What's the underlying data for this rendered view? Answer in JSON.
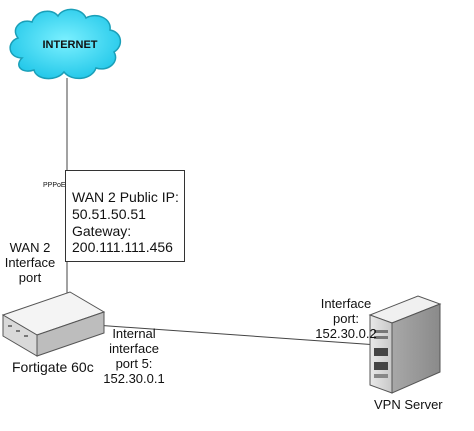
{
  "cloud": {
    "label": "INTERNET"
  },
  "link_internet": {
    "label": "PPPoE"
  },
  "info_box": {
    "line1": "WAN 2 Public IP:",
    "line2": "50.51.50.51",
    "line3": "Gateway:",
    "line4": "200.111.111.456"
  },
  "wan_port": {
    "line1": "WAN 2",
    "line2": "Interface",
    "line3": "port"
  },
  "router": {
    "label": "Fortigate 60c"
  },
  "internal_port": {
    "line1": "Internal",
    "line2": "interface",
    "line3": "port 5:",
    "line4": "152.30.0.1"
  },
  "server_port": {
    "line1": "Interface",
    "line2": "port:",
    "line3": "152.30.0.2"
  },
  "server": {
    "label": "VPN Server"
  },
  "colors": {
    "cloud": "#2fd8f4",
    "cloud_edge": "#1a9fb8",
    "router_top": "#f2f2f2",
    "router_side": "#bdbdbd",
    "server": "#d9d9d9"
  }
}
